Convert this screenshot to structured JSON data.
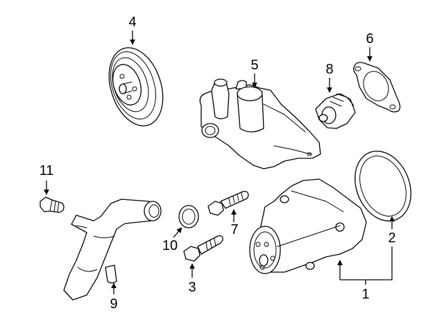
{
  "diagram": {
    "title": "",
    "callouts": [
      {
        "id": "1",
        "label": "1",
        "part": "water-pump"
      },
      {
        "id": "2",
        "label": "2",
        "part": "water-pump-gasket"
      },
      {
        "id": "3",
        "label": "3",
        "part": "pump-bolt"
      },
      {
        "id": "4",
        "label": "4",
        "part": "pulley"
      },
      {
        "id": "5",
        "label": "5",
        "part": "thermostat-housing"
      },
      {
        "id": "6",
        "label": "6",
        "part": "thermostat-gasket"
      },
      {
        "id": "7",
        "label": "7",
        "part": "housing-bolt"
      },
      {
        "id": "8",
        "label": "8",
        "part": "thermostat"
      },
      {
        "id": "9",
        "label": "9",
        "part": "bypass-pipe-fitting"
      },
      {
        "id": "10",
        "label": "10",
        "part": "o-ring"
      },
      {
        "id": "11",
        "label": "11",
        "part": "plug"
      }
    ],
    "colors": {
      "line": "#000000",
      "background": "#ffffff"
    }
  }
}
